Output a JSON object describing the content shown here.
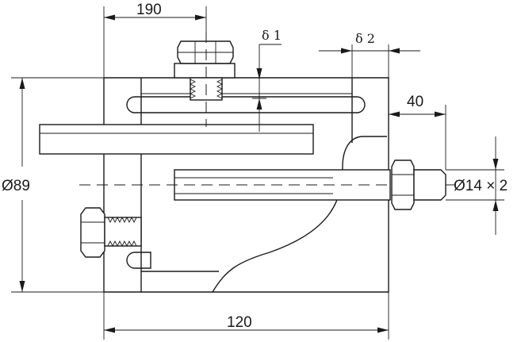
{
  "dimensions": {
    "top_width": "190",
    "delta1": "δ 1",
    "delta2": "δ 2",
    "bolt_length": "40",
    "height": "Ø89",
    "bolt_dia": "Ø14 × 2",
    "bottom_width": "120"
  }
}
